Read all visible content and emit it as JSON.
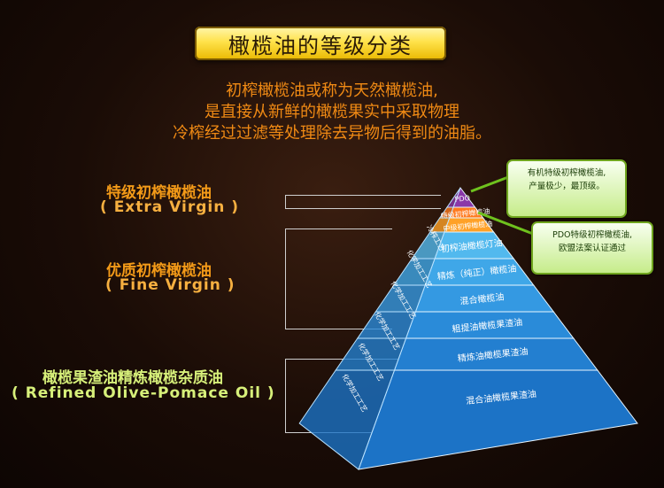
{
  "title": "橄榄油的等级分类",
  "intro": [
    "初榨橄榄油或称为天然橄榄油,",
    "是直接从新鲜的橄榄果实中采取物理",
    "冷榨经过过滤等处理除去异物后得到的油脂。"
  ],
  "grades": [
    {
      "cn": "特级初榨橄榄油",
      "en": "( Extra Virgin )"
    },
    {
      "cn": "优质初榨橄榄油",
      "en": "( Fine Virgin )"
    },
    {
      "cn": "橄榄果渣油精炼橄榄杂质油",
      "en": "( Refined Olive-Pomace Oil )"
    }
  ],
  "pyramid_levels": [
    {
      "label": "PDO",
      "color": "#8a38a8"
    },
    {
      "label": "特级初榨橄榄油",
      "color": "#ff7a1e"
    },
    {
      "label": "中级初榨橄榄油",
      "color": "#ffa127"
    },
    {
      "label": "初榨油橄榄灯油",
      "color": "#52b9ee"
    },
    {
      "label": "精炼（纯正）橄榄油",
      "color": "#3fa7e8"
    },
    {
      "label": "混合橄榄油",
      "color": "#3499e2"
    },
    {
      "label": "粗提油橄榄果渣油",
      "color": "#2a8bd9"
    },
    {
      "label": "精炼油橄榄果渣油",
      "color": "#237fd0"
    },
    {
      "label": "混合油橄榄果渣油",
      "color": "#1c73c6"
    }
  ],
  "process_labels": [
    "冷榨工艺",
    "化学加工工艺",
    "化学加工工艺",
    "化学加工工艺",
    "化学加工工艺",
    "化学加工工艺"
  ],
  "notes": [
    {
      "lines": [
        "有机特级初榨橄榄油,",
        "产量极少，最顶级。"
      ]
    },
    {
      "lines": [
        "PDO特级初榨橄榄油,",
        "欧盟法案认证通过"
      ]
    }
  ]
}
